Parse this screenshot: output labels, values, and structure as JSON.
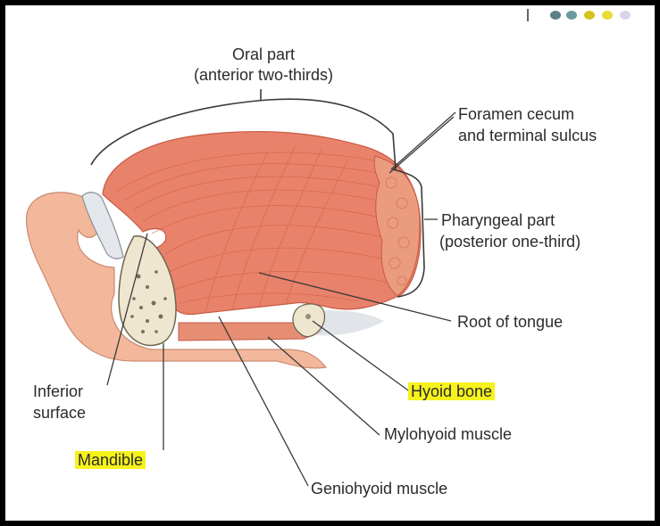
{
  "labels": {
    "oral_part": "Oral part",
    "oral_part_sub": "(anterior two-thirds)",
    "foramen_1": "Foramen cecum",
    "foramen_2": "and terminal sulcus",
    "pharyngeal_1": "Pharyngeal part",
    "pharyngeal_2": "(posterior one-third)",
    "root": "Root of tongue",
    "hyoid": "Hyoid bone",
    "mylohyoid": "Mylohyoid muscle",
    "geniohyoid": "Geniohyoid muscle",
    "inferior_1": "Inferior",
    "inferior_2": "surface",
    "mandible": "Mandible"
  },
  "colors": {
    "tongue": "#e9826a",
    "tongue_dark": "#d9644c",
    "skin": "#f3b89c",
    "bone": "#efe6cf",
    "highlight": "#f6f21c",
    "border": "#000000",
    "dots": [
      "#5b7f86",
      "#6a9aa0",
      "#d8c21c",
      "#e8dc34",
      "#d8d4ea"
    ]
  }
}
